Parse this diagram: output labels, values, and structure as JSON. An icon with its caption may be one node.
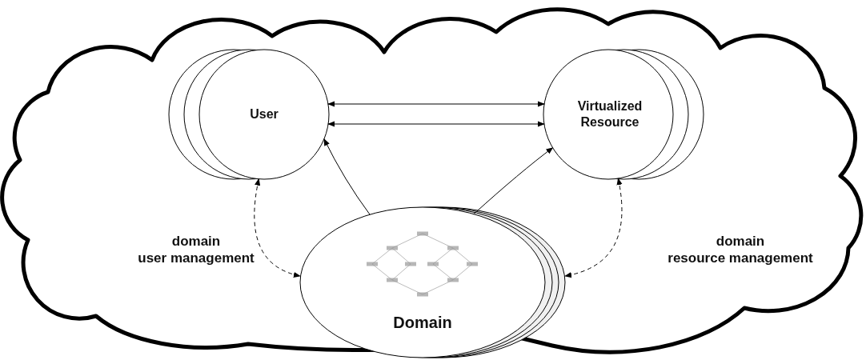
{
  "diagram": {
    "nodes": [
      {
        "text": [],
        "shape": "cloud"
      },
      {
        "text": [
          "User"
        ],
        "in": 0
      },
      {
        "text": [
          "Virtualized Resource"
        ],
        "in": 0
      },
      {
        "text": [
          "Domain"
        ],
        "in": 0
      }
    ],
    "edges": [
      {
        "from": 1,
        "to": 2,
        "arrow": "both"
      },
      {
        "from": 1,
        "to": 2,
        "arrow": "both"
      },
      {
        "from": 3,
        "to": 1,
        "arrow": "to"
      },
      {
        "from": 3,
        "to": 2,
        "arrow": "to"
      },
      {
        "from": 1,
        "to": 3,
        "arrow": "both",
        "style": "dashed"
      },
      {
        "from": 2,
        "to": 3,
        "arrow": "both",
        "style": "dashed"
      }
    ],
    "labels": [
      "domain user management",
      "domain resource management"
    ]
  }
}
